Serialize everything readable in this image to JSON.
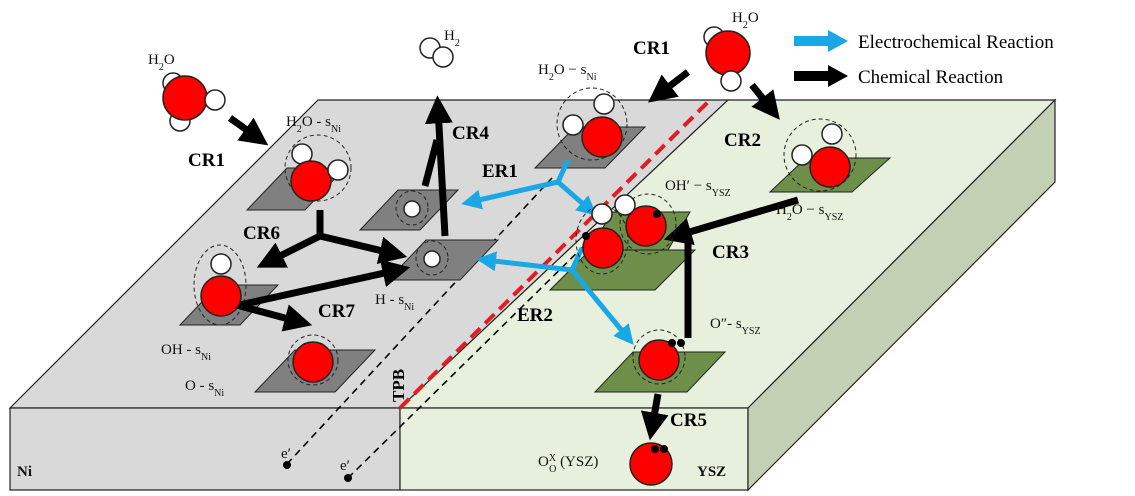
{
  "legend": {
    "electrochemical": "Electrochemical Reaction",
    "chemical": "Chemical Reaction",
    "electrochemical_color": "#1aa7e6",
    "chemical_color": "#000000"
  },
  "materials": {
    "ni": "Ni",
    "ysz": "YSZ",
    "ni_color": "#d9d9d9",
    "ysz_color": "#e7f0dc",
    "tpb": "TPB",
    "tpb_color": "#e31b23"
  },
  "reactions": {
    "cr1_left": "CR1",
    "cr1_right": "CR1",
    "cr2": "CR2",
    "cr3": "CR3",
    "cr4": "CR4",
    "cr5": "CR5",
    "cr6": "CR6",
    "cr7": "CR7",
    "er1": "ER1",
    "er2": "ER2"
  },
  "species": {
    "h2o_left": {
      "main": "H",
      "sub": "2",
      "tail": "O"
    },
    "h2o_right": {
      "main": "H",
      "sub": "2",
      "tail": "O"
    },
    "h2": {
      "main": "H",
      "sub": "2"
    },
    "h2o_sni_left": {
      "main": "H",
      "sub1": "2",
      "mid": "O - s",
      "sub2": "Ni"
    },
    "h2o_sni_top": {
      "main": "H",
      "sub1": "2",
      "mid": "O − s",
      "sub2": "Ni"
    },
    "oh_prime_sysz": {
      "main": "OH′ − s",
      "sub": "YSZ"
    },
    "h2o_sysz": {
      "main": "H",
      "sub1": "2",
      "mid": "O − s",
      "sub2": "YSZ"
    },
    "o_dprime_sysz": {
      "main": "O″- s",
      "sub": "YSZ"
    },
    "h_sni": {
      "main": "H - s",
      "sub": "Ni"
    },
    "oh_sni": {
      "main": "OH - s",
      "sub": "Ni"
    },
    "o_sni": {
      "main": "O - s",
      "sub": "Ni"
    },
    "oxx_ysz": {
      "main": "O",
      "sup": "X",
      "sub": "O",
      "tail": " (YSZ)"
    },
    "electron_a": "e′",
    "electron_b": "e′"
  },
  "colors": {
    "oxygen": "#ff0000",
    "hydrogen": "#ffffff",
    "site_ni": "#808080",
    "site_ysz": "#6e8f4a",
    "ni_side_face": "#bdbdbd",
    "ysz_side_face": "#c4d0b4"
  }
}
